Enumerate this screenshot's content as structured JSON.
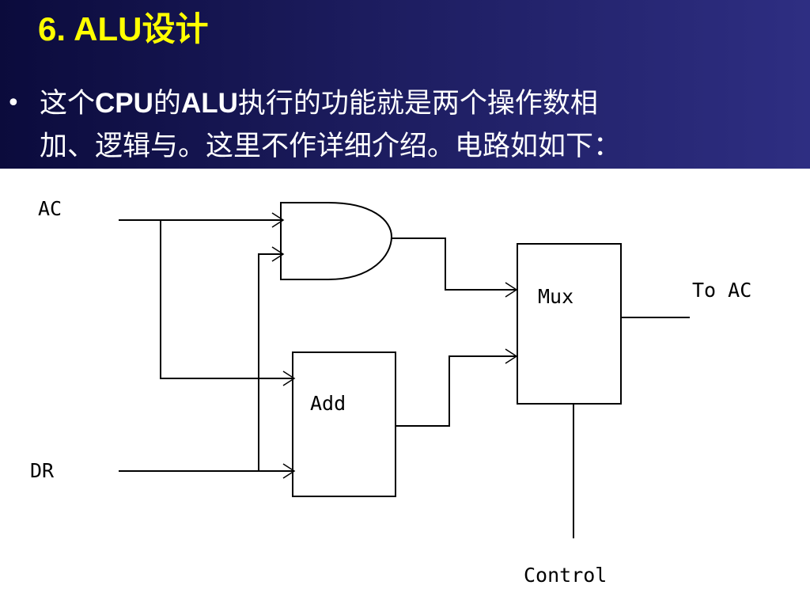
{
  "slide": {
    "title": "6. ALU设计",
    "bullet": {
      "line1": [
        "这个",
        "CPU",
        "的",
        "ALU",
        "执行的功能就是两个操作数相"
      ],
      "line2": "加、逻辑与。这里不作详细介绍。电路如如下："
    }
  },
  "circuit": {
    "inputs": {
      "ac": "AC",
      "dr": "DR"
    },
    "blocks": {
      "adder": "Add",
      "mux": "Mux"
    },
    "output": "To AC",
    "control": "Control"
  },
  "colors": {
    "header_bg": "#1c1c5e",
    "title": "#ffff00",
    "body_text": "#ffffff",
    "wire": "#000000"
  }
}
